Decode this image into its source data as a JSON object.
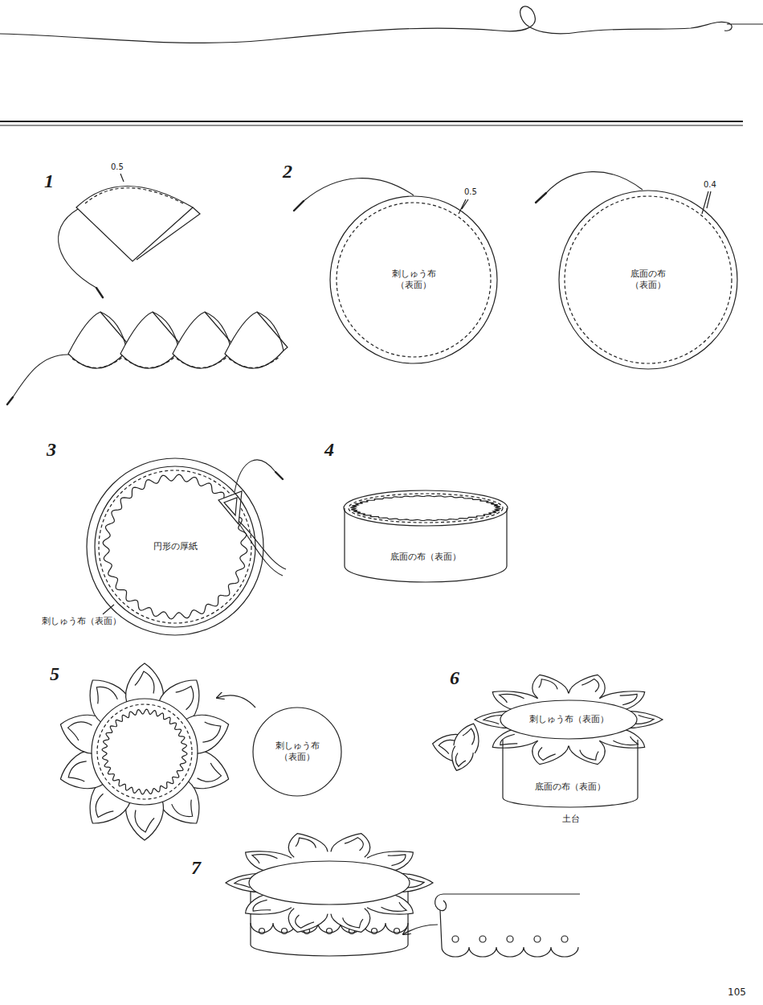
{
  "diagram": {
    "nodes": [
      {
        "text": [
          "刺しゅう布 （表面）"
        ]
      },
      {
        "text": [
          "底面の布 （表面）"
        ]
      },
      {
        "text": [
          "円形の厚紙"
        ]
      },
      {
        "text": [
          "底面の布（表面）"
        ]
      },
      {
        "text": [
          "刺しゅう布 （表面）"
        ]
      },
      {
        "text": [
          "刺しゅう布（表面）"
        ]
      },
      {
        "text": [
          "底面の布（表面）"
        ]
      }
    ],
    "labels": [
      "1",
      "0.5",
      "2",
      "0.5",
      "0.4",
      "3",
      "4",
      "刺しゅう布（表面）",
      "5",
      "6",
      "土台",
      "7",
      "105"
    ]
  }
}
